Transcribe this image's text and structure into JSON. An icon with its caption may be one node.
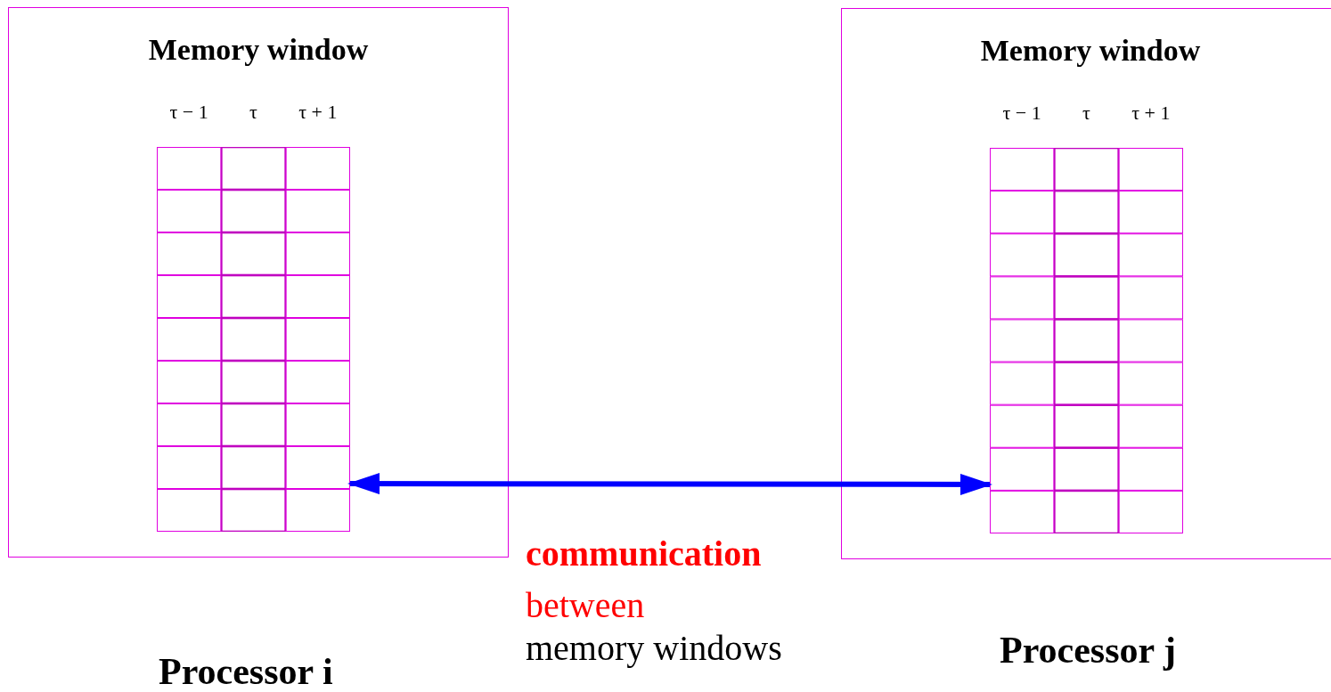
{
  "diagram": {
    "nodes": [
      {
        "text": [
          "Memory window"
        ],
        "beside": [
          "Processor i"
        ]
      },
      {
        "text": [
          "τ − 1",
          "τ",
          "τ + 1"
        ],
        "in": 0
      },
      {
        "text": [
          "Memory window"
        ],
        "beside": [
          "Processor j"
        ]
      },
      {
        "text": [
          "τ − 1",
          "τ",
          "τ + 1"
        ],
        "in": 2
      }
    ],
    "edges": [
      {
        "from": 1,
        "to": 3,
        "arrow": "both"
      }
    ],
    "labels": [
      "communication",
      "between",
      "memory windows"
    ]
  }
}
